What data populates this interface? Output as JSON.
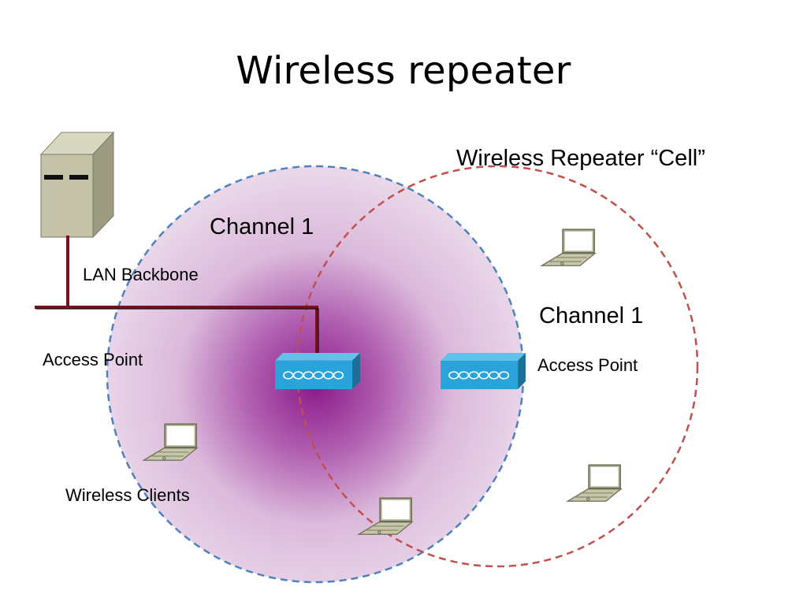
{
  "title": "Wireless repeater",
  "labels": {
    "repeater_cell": "Wireless Repeater “Cell”",
    "channel_left": "Channel 1",
    "channel_right": "Channel 1",
    "lan_backbone": "LAN Backbone",
    "access_point_left": "Access Point",
    "access_point_right": "Access Point",
    "wireless_clients": "Wireless Clients"
  },
  "icons": [
    "server-icon",
    "access-point-icon",
    "repeater-access-point-icon",
    "laptop-icon"
  ],
  "colors": {
    "ap_cell_border": "#4f81bd",
    "repeater_cell_border": "#c0504d",
    "ap_cell_center": "#8b1a8b",
    "ap_cell_edge": "#ecdcec",
    "backbone_cable": "#7a0f1e",
    "access_point_body": "#29a3d9"
  }
}
